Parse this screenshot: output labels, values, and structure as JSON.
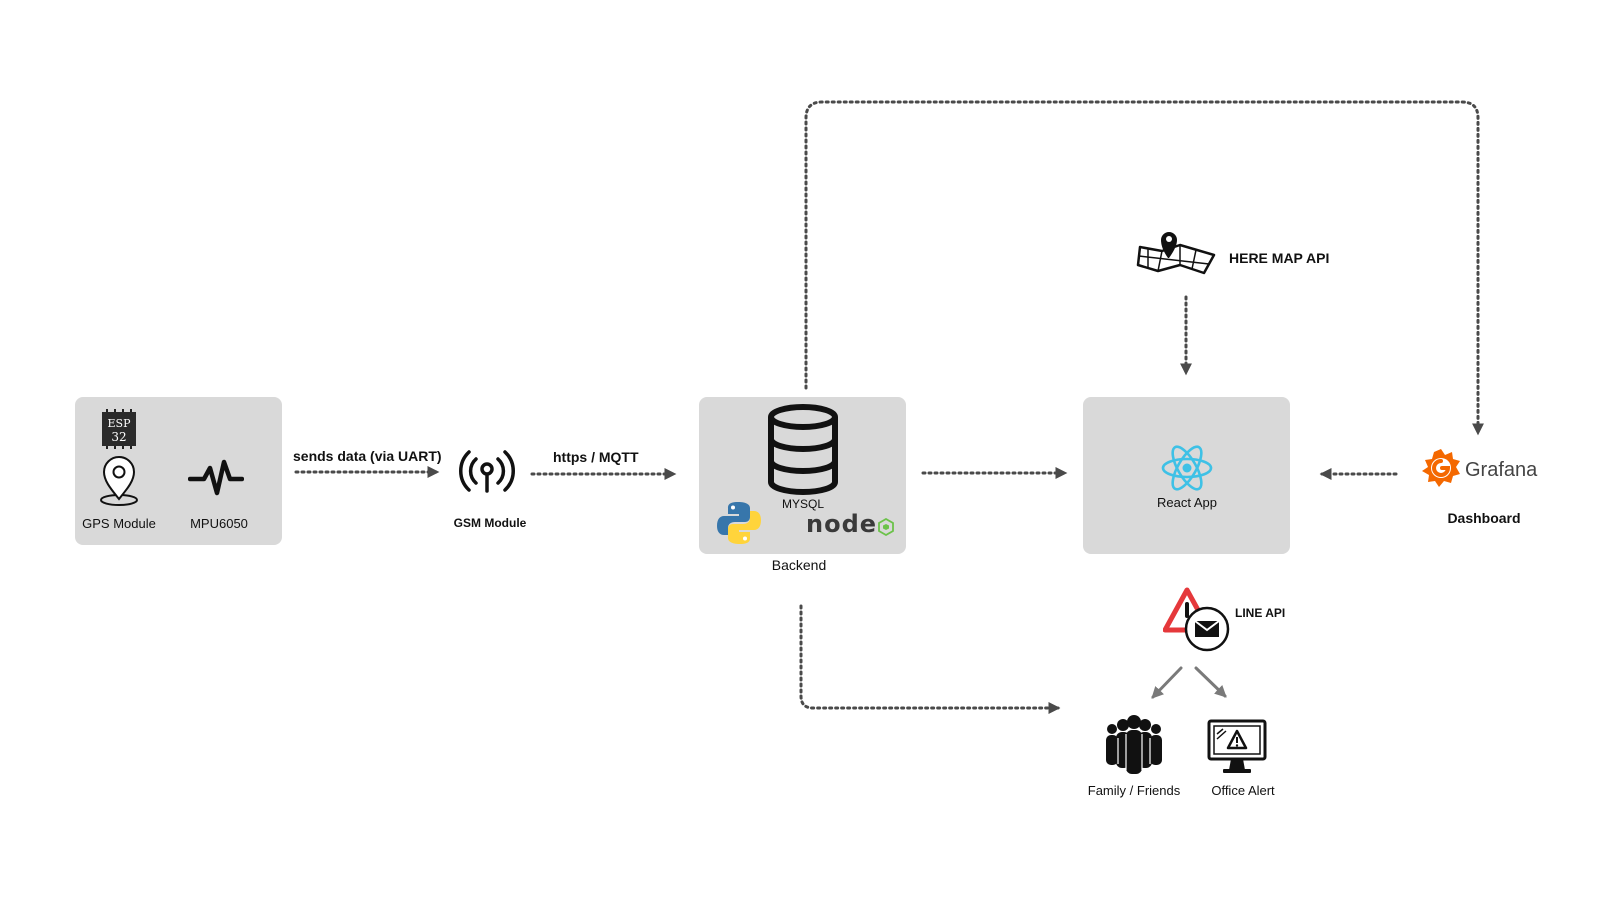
{
  "device": {
    "chip_top": "ESP",
    "chip_bottom": "32",
    "gps_label": "GPS Module",
    "mpu_label": "MPU6050"
  },
  "uart_label": "sends data (via UART)",
  "gsm": {
    "label": "GSM Module"
  },
  "protocol_label": "https / MQTT",
  "backend": {
    "db_label": "MYSQL",
    "label": "Backend",
    "node_text": "node"
  },
  "map_api": {
    "label": "HERE MAP API"
  },
  "react": {
    "label": "React App"
  },
  "grafana": {
    "name": "Grafana",
    "label": "Dashboard"
  },
  "line_api": {
    "label": "LINE API"
  },
  "recipients": {
    "family_label": "Family / Friends",
    "office_label": "Office Alert"
  },
  "colors": {
    "box": "#d9d9d9",
    "wire": "#4a4a4a",
    "react": "#3ec1e6",
    "python_blue": "#3776ab",
    "python_yellow": "#ffd43b",
    "node_green": "#6cc24a",
    "grafana_orange": "#f46800",
    "alert_red": "#e5383b"
  }
}
